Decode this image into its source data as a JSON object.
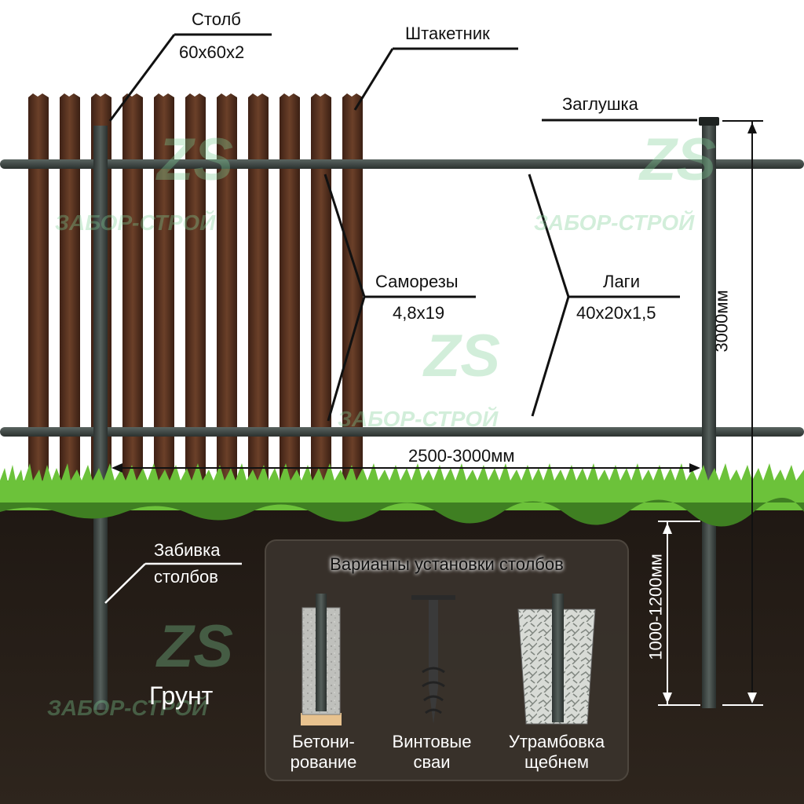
{
  "labels": {
    "post": "Столб",
    "post_size": "60x60x2",
    "picket": "Штакетник",
    "cap": "Заглушка",
    "screws": "Саморезы",
    "screws_size": "4,8x19",
    "rails": "Лаги",
    "rails_size": "40x20x1,5",
    "height": "3000мм",
    "span": "2500-3000мм",
    "depth": "1000-1200мм",
    "driving_line1": "Забивка",
    "driving_line2": "столбов",
    "ground": "Грунт"
  },
  "install_panel": {
    "title": "Варианты установки столбов",
    "options": [
      {
        "line1": "Бетони-",
        "line2": "рование"
      },
      {
        "line1": "Винтовые",
        "line2": "сваи"
      },
      {
        "line1": "Утрамбовка",
        "line2": "щебнем"
      }
    ]
  },
  "watermark": {
    "logo": "ZS",
    "text": "ЗАБОР-СТРОЙ"
  },
  "colors": {
    "picket": "#5a3321",
    "post": "#3f4744",
    "soil": "#2a211a",
    "grass": "#5fae2e",
    "watermark": "#7fcf96"
  }
}
